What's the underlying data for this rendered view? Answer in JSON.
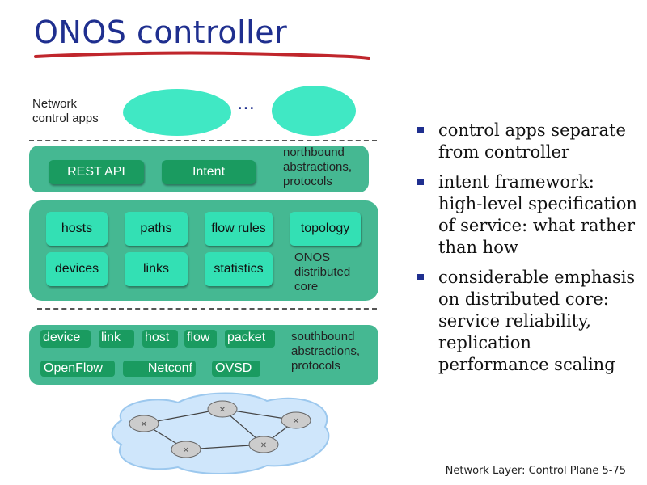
{
  "title": "ONOS controller",
  "network_apps": {
    "label_line1": "Network",
    "label_line2": "control apps",
    "ellipsis": "…"
  },
  "northbound": {
    "buttons": [
      "REST   API",
      "Intent"
    ],
    "caption_lines": [
      "northbound",
      "abstractions,",
      "protocols"
    ]
  },
  "core": {
    "boxes": [
      "hosts",
      "paths",
      "flow rules",
      "topology",
      "devices",
      "links",
      "statistics"
    ],
    "caption_lines": [
      "ONOS",
      "distributed",
      "core"
    ]
  },
  "southbound": {
    "boxes": [
      "device",
      "link",
      "host",
      "flow",
      "packet"
    ],
    "protocols": [
      "OpenFlow",
      "Netconf",
      "OVSDB"
    ],
    "caption_lines": [
      "southbound",
      "abstractions,",
      "protocols"
    ]
  },
  "bullets": [
    "control apps separate from controller",
    "intent framework: high-level specification of service: what rather than how",
    "considerable emphasis on distributed core: service reliability, replication performance scaling"
  ],
  "footer": "Network Layer: Control Plane  5-75",
  "colors": {
    "title": "#1f2f8f",
    "layer": "#45b892",
    "pill": "#1a9b60",
    "core_box": "#33e0b4",
    "app_oval": "#40e8c4",
    "underline": "#c0262c"
  }
}
